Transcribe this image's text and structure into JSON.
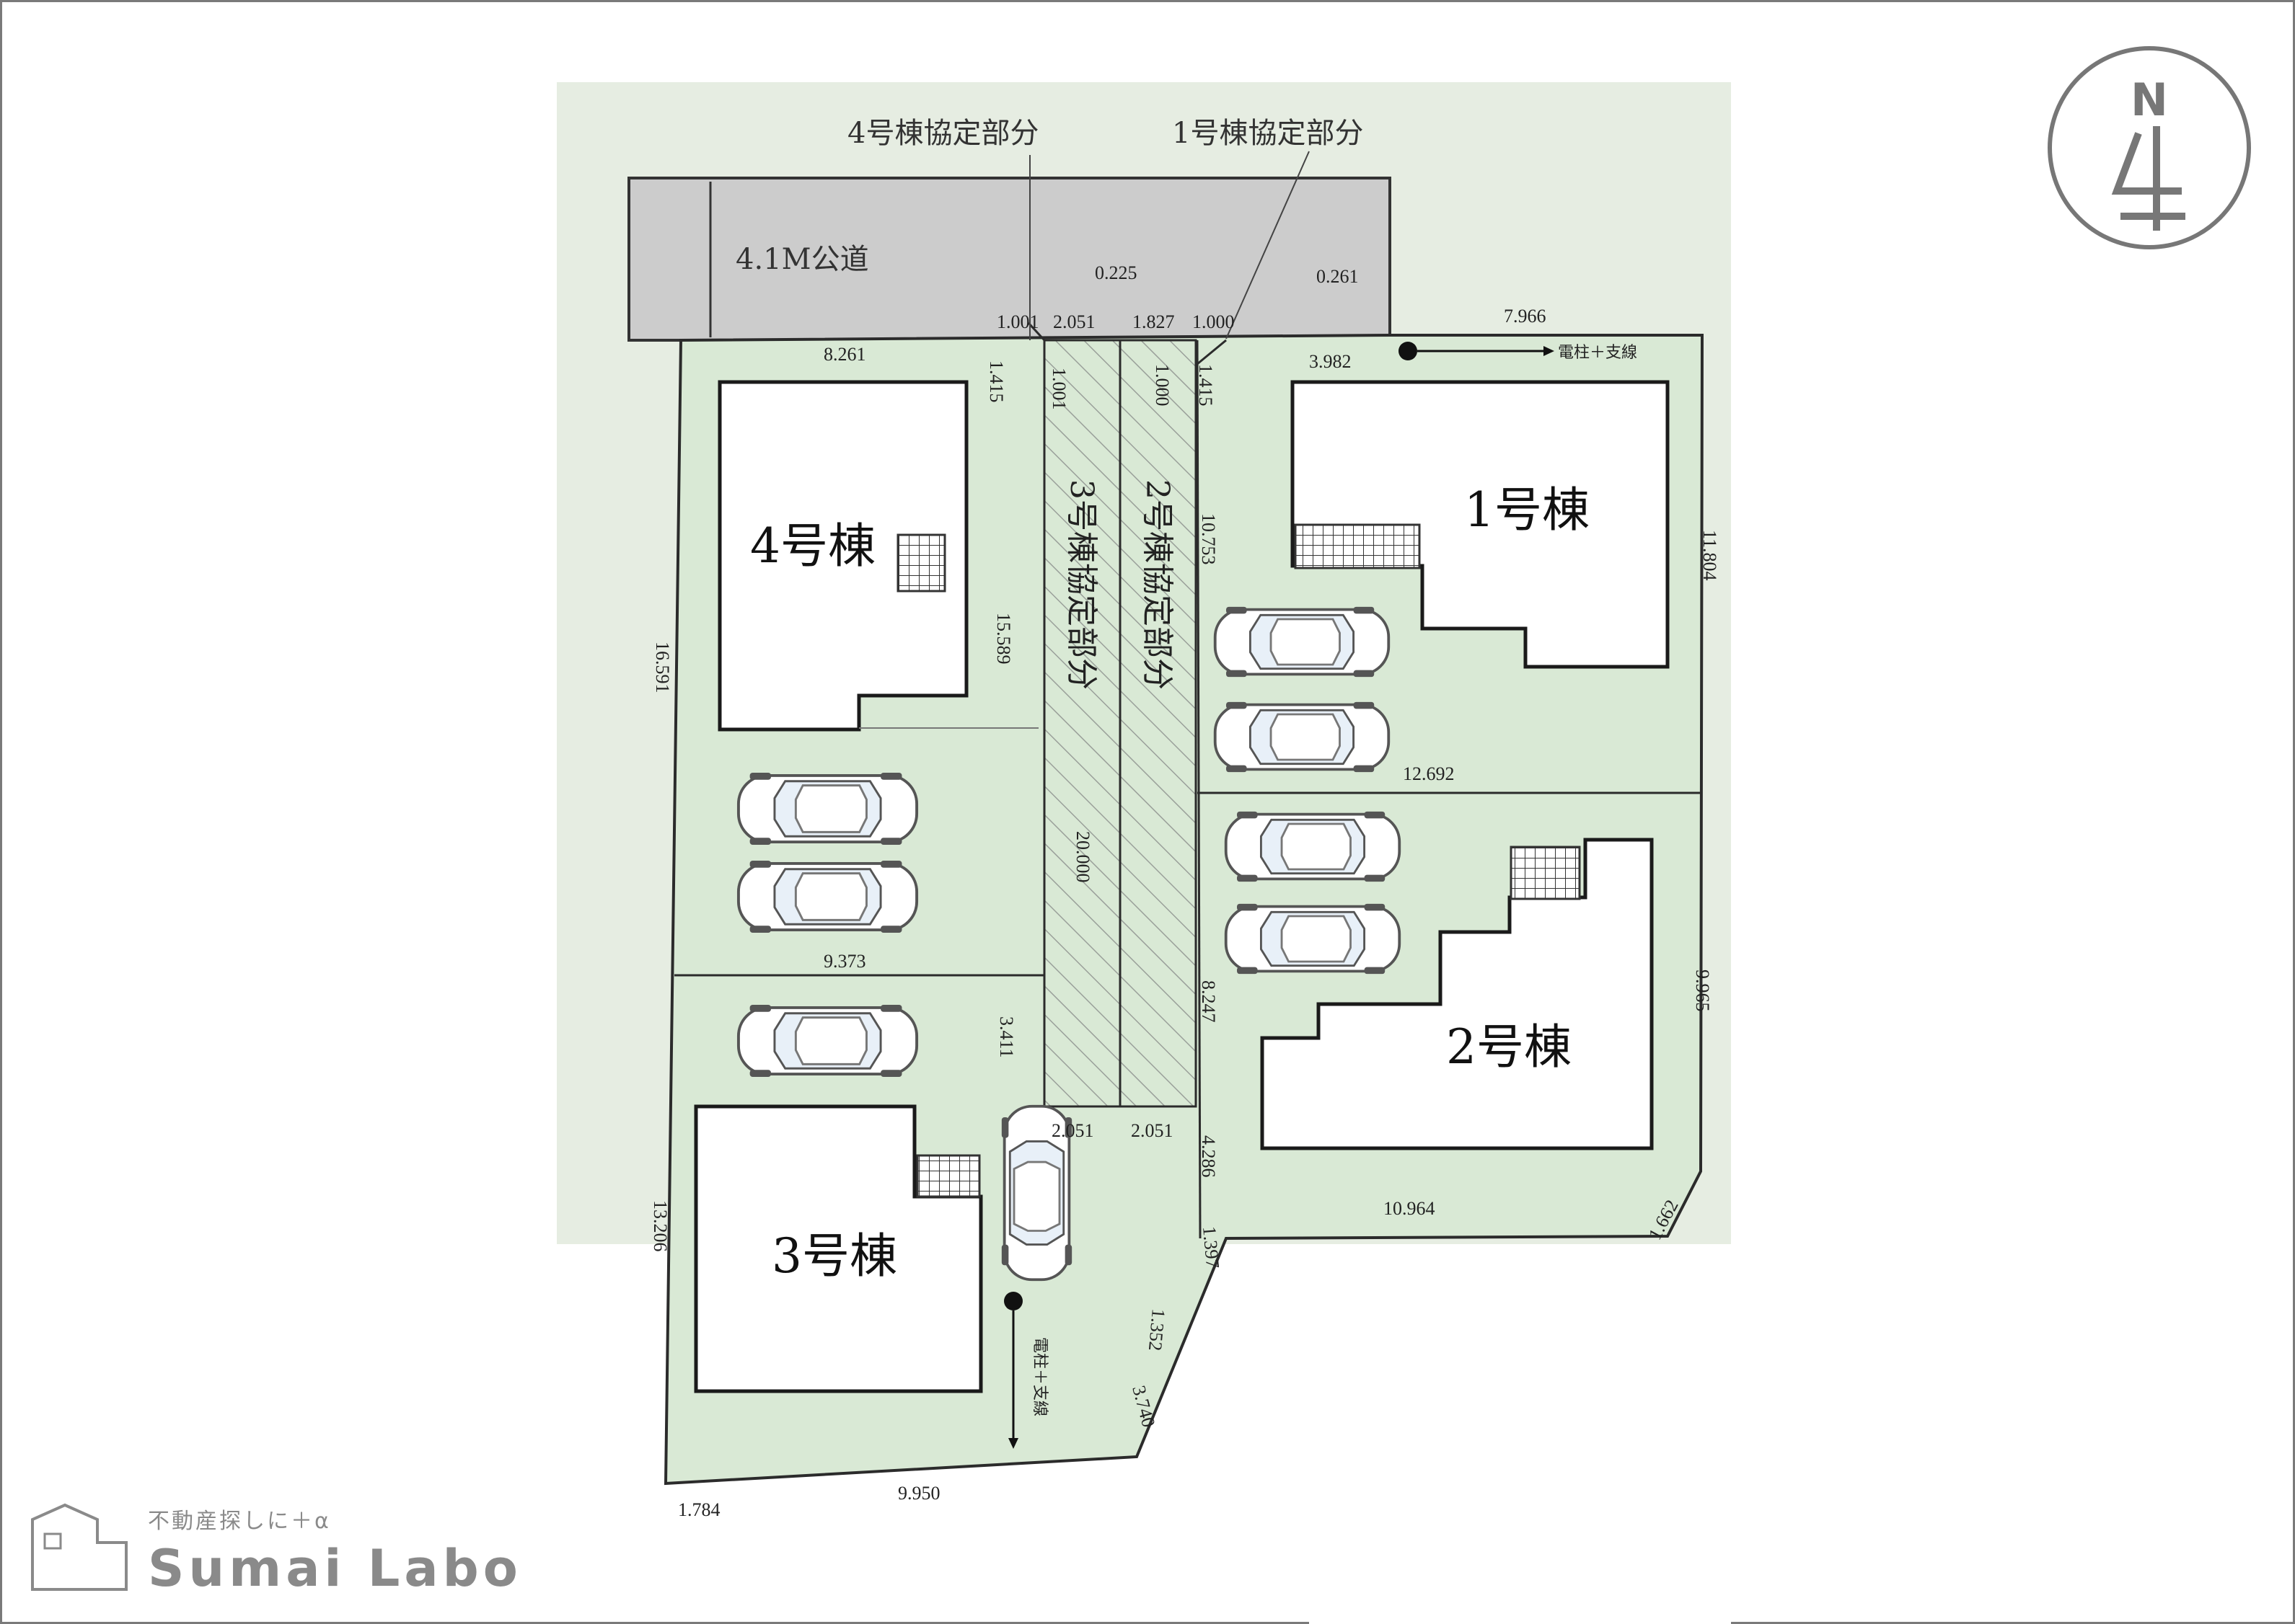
{
  "compass": {
    "letter": "N"
  },
  "road": {
    "label": "4.1M公道"
  },
  "agreements": {
    "b4_top": "4号棟協定部分",
    "b1_top": "1号棟協定部分",
    "b3_vertical": "3号棟協定部分",
    "b2_vertical": "2号棟協定部分"
  },
  "buildings": {
    "b1": "1号棟",
    "b2": "2号棟",
    "b3": "3号棟",
    "b4": "4号棟"
  },
  "utility": {
    "pole_label": "電柱＋支線"
  },
  "dims": {
    "road_0225": "0.225",
    "road_0261": "0.261",
    "d1001a": "1.001",
    "d2051a": "2.051",
    "d1827": "1.827",
    "d1000a": "1.000",
    "d7966": "7.966",
    "d8261": "8.261",
    "d3982": "3.982",
    "d1415a": "1.415",
    "d1415b": "1.415",
    "d1001v": "1.001",
    "d1000v": "1.000",
    "d10753": "10.753",
    "d11804": "11.804",
    "d15589": "15.589",
    "d16591": "16.591",
    "d12692": "12.692",
    "d20000": "20.000",
    "d9373": "9.373",
    "d9965": "9.965",
    "d8247": "8.247",
    "d3411": "3.411",
    "d2051b": "2.051",
    "d2051c": "2.051",
    "d4286": "4.286",
    "d13206": "13.206",
    "d10964": "10.964",
    "d1662": "1.662",
    "d1397": "1.397",
    "d1352": "1.352",
    "d3740": "3.740",
    "d1784": "1.784",
    "d9950": "9.950"
  },
  "brand": {
    "tagline": "不動産探しに＋α",
    "name": "Sumai Labo"
  },
  "colors": {
    "lot": "#d9e9d5",
    "background": "#e6ede2",
    "road": "#cccccc",
    "lines": "#2b2b2b"
  }
}
